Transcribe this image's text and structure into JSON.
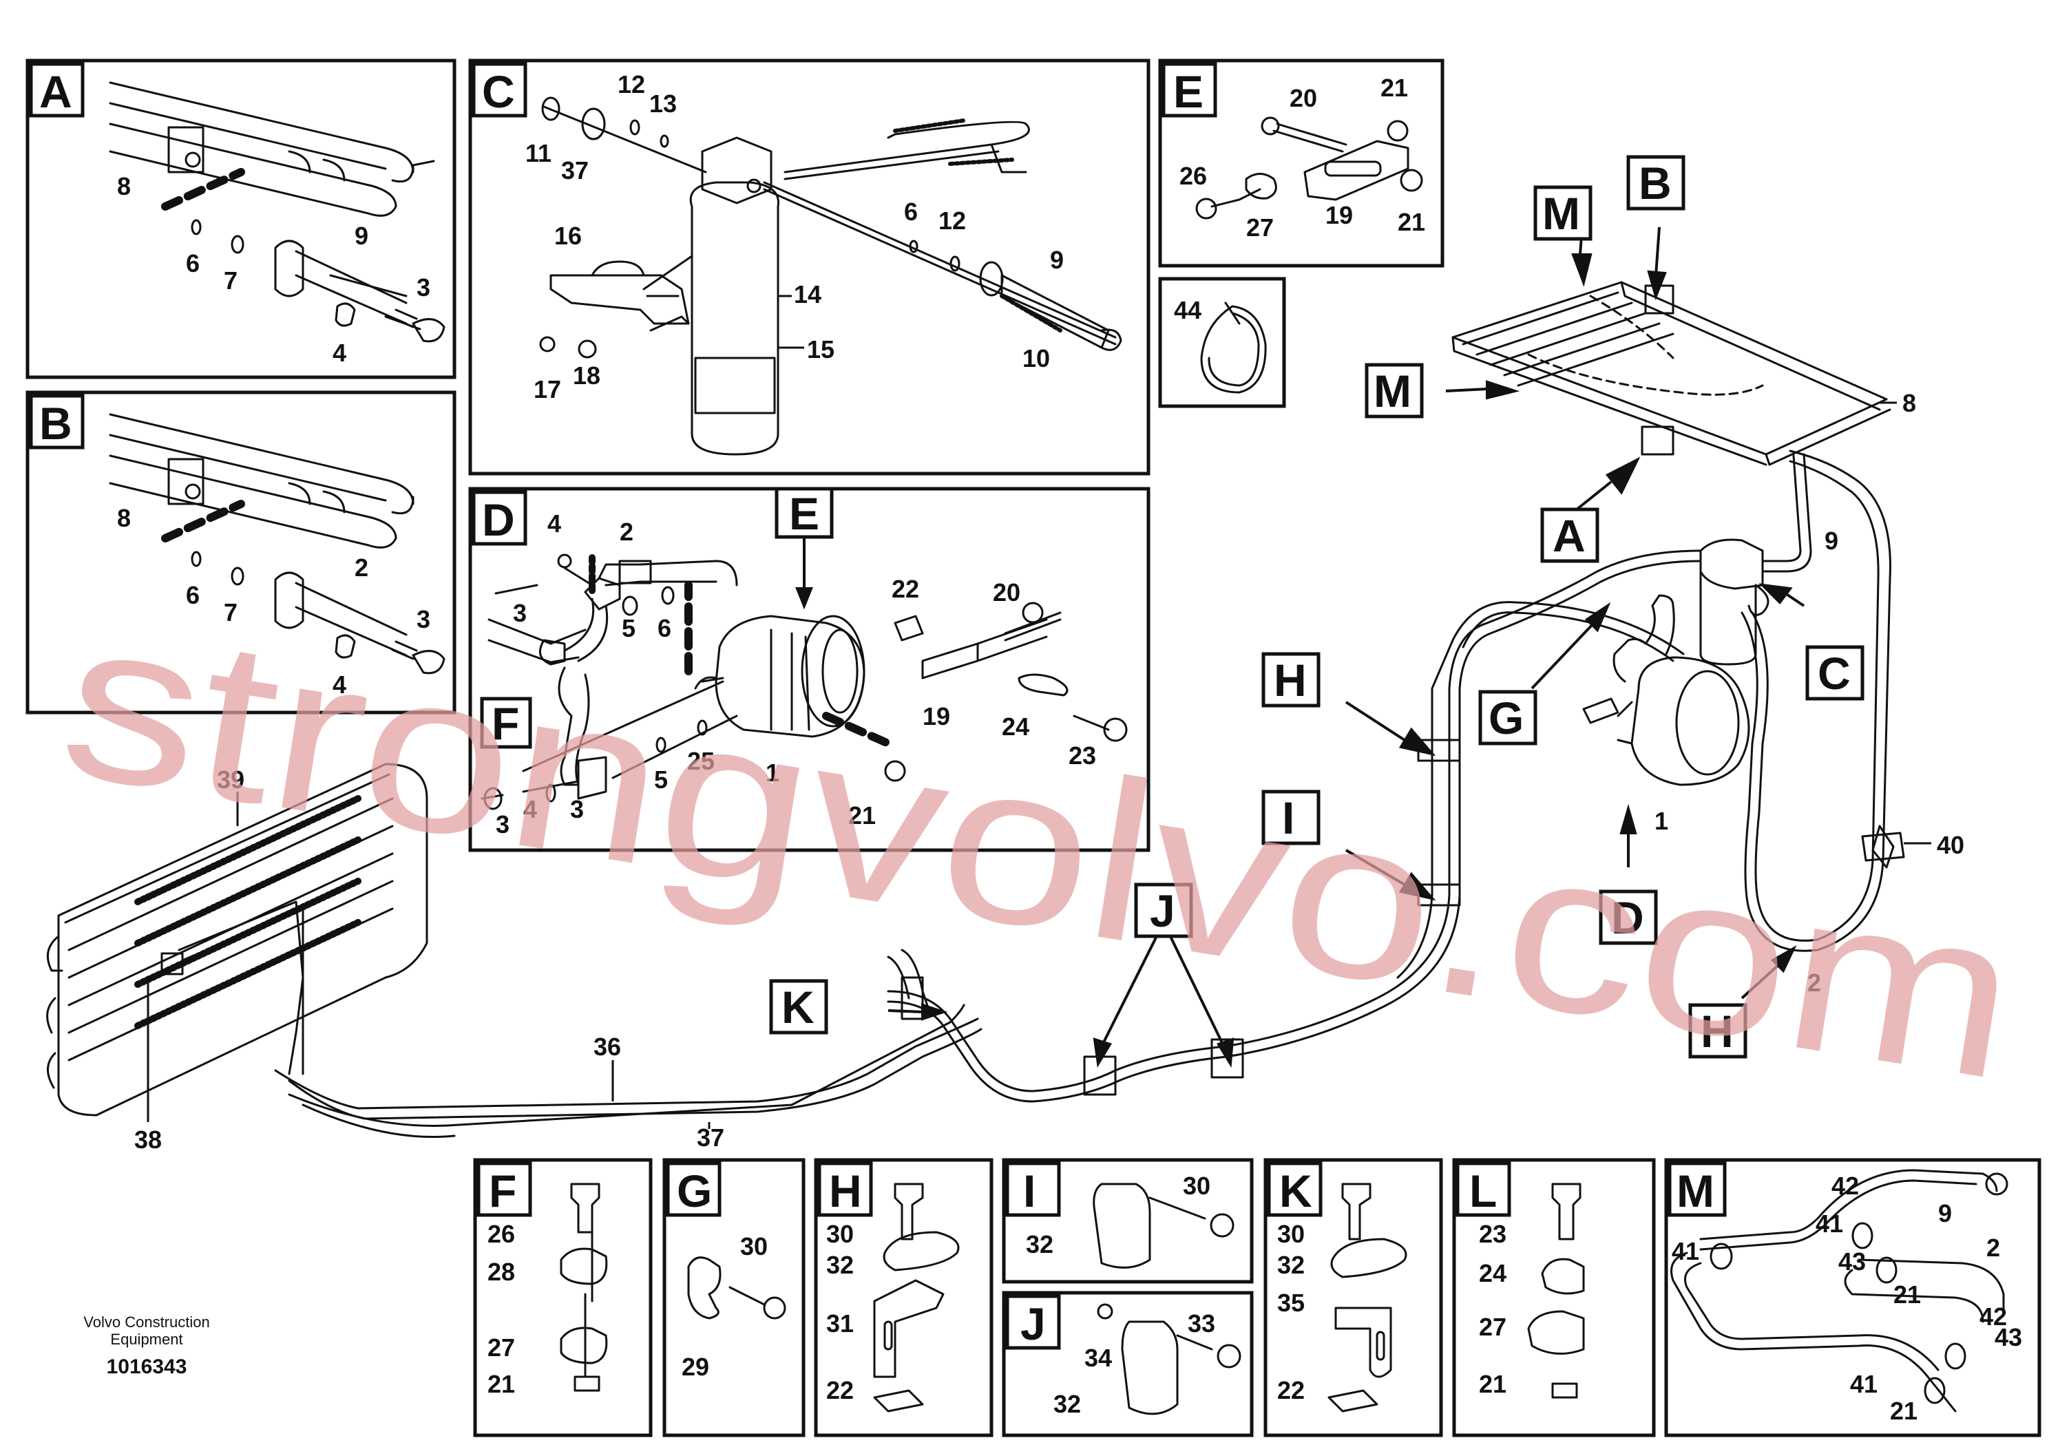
{
  "document": {
    "publisher": "Volvo Construction Equipment",
    "publisher_line1": "Volvo Construction",
    "publisher_line2": "Equipment",
    "number": "1016343"
  },
  "watermark": "strongvolvo.com",
  "detail_panels": {
    "A": {
      "letter": "A",
      "numbers": [
        "8",
        "6",
        "7",
        "9",
        "3",
        "4"
      ]
    },
    "B": {
      "letter": "B",
      "numbers": [
        "8",
        "6",
        "7",
        "2",
        "3",
        "4"
      ]
    },
    "C": {
      "letter": "C",
      "numbers": [
        "11",
        "37",
        "12",
        "13",
        "16",
        "14",
        "15",
        "17",
        "18",
        "6",
        "12",
        "9",
        "10"
      ]
    },
    "D": {
      "letter": "D",
      "numbers": [
        "4",
        "2",
        "3",
        "5",
        "6",
        "22",
        "20",
        "19",
        "24",
        "23",
        "1",
        "25",
        "5",
        "21",
        "3",
        "4",
        "3"
      ]
    },
    "D_inner_labels": [
      "F",
      "E"
    ],
    "E": {
      "letter": "E",
      "numbers": [
        "20",
        "21",
        "26",
        "27",
        "19",
        "21"
      ]
    },
    "44": {
      "numbers": [
        "44"
      ]
    }
  },
  "main_view": {
    "callouts": [
      "M",
      "B",
      "M",
      "A",
      "C",
      "H",
      "G",
      "I",
      "D",
      "K",
      "J",
      "H"
    ],
    "numbers": [
      "8",
      "9",
      "1",
      "40",
      "2",
      "39",
      "36",
      "37",
      "38"
    ]
  },
  "bottom_panels": {
    "F": {
      "letter": "F",
      "numbers": [
        "26",
        "28",
        "27",
        "21"
      ]
    },
    "G": {
      "letter": "G",
      "numbers": [
        "30",
        "29"
      ]
    },
    "H": {
      "letter": "H",
      "numbers": [
        "30",
        "32",
        "31",
        "22"
      ]
    },
    "I": {
      "letter": "I",
      "numbers": [
        "30",
        "32"
      ]
    },
    "J": {
      "letter": "J",
      "numbers": [
        "33",
        "34",
        "32"
      ]
    },
    "K": {
      "letter": "K",
      "numbers": [
        "30",
        "32",
        "35",
        "22"
      ]
    },
    "L": {
      "letter": "L",
      "numbers": [
        "23",
        "24",
        "27",
        "21"
      ]
    },
    "M": {
      "letter": "M",
      "numbers": [
        "42",
        "9",
        "41",
        "2",
        "41",
        "43",
        "21",
        "42",
        "43",
        "41",
        "21"
      ]
    }
  }
}
